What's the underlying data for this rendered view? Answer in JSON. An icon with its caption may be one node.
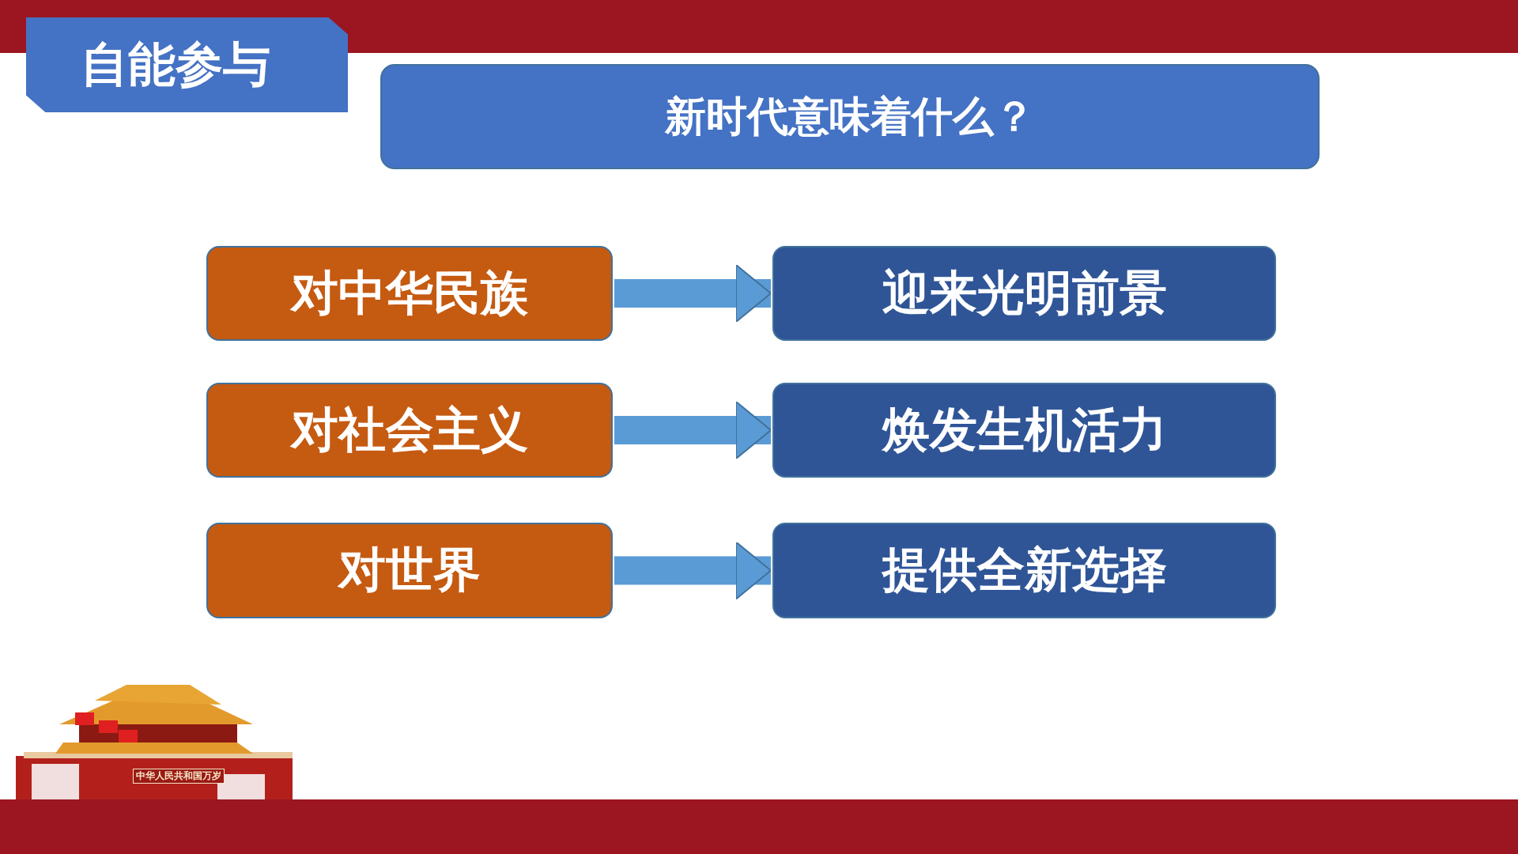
{
  "diagram": {
    "nodes": [
      {
        "text": [
          "自能参与"
        ]
      },
      {
        "text": [
          "新时代意味着什么？"
        ]
      },
      {
        "text": [
          "对中华民族"
        ]
      },
      {
        "text": [
          "迎来光明前景"
        ]
      },
      {
        "text": [
          "对社会主义"
        ]
      },
      {
        "text": [
          "焕发生机活力"
        ]
      },
      {
        "text": [
          "对世界"
        ]
      },
      {
        "text": [
          "提供全新选择"
        ]
      }
    ],
    "edges": [
      {
        "from": 2,
        "to": 3,
        "arrow": "to"
      },
      {
        "from": 4,
        "to": 5,
        "arrow": "to"
      },
      {
        "from": 6,
        "to": 7,
        "arrow": "to"
      }
    ],
    "labels": [
      "中华人民共和国万岁"
    ]
  }
}
